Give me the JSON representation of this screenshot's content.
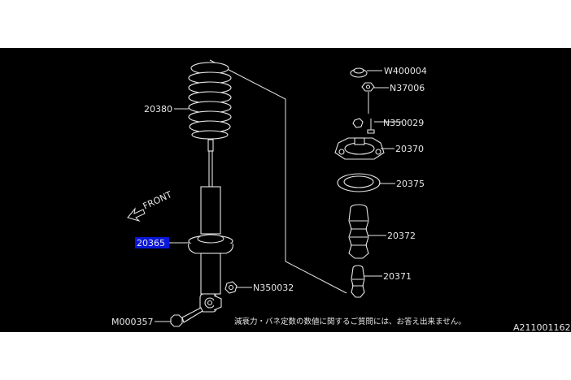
{
  "colors": {
    "background": "#000000",
    "line": "#e6e6e6",
    "highlight": "#0a16d8",
    "page": "#ffffff"
  },
  "parts": {
    "coil_spring": "20380",
    "strut": "20365",
    "strut_bolt_nut": "N350032",
    "strut_bolt": "M000357",
    "mount_cap": "W400004",
    "self_lock_nut": "N37006",
    "mount_nut": "N350029",
    "strut_mount": "20370",
    "spring_seat": "20375",
    "dust_boot": "20372",
    "bump_stopper": "20371"
  },
  "direction_label": "FRONT",
  "note": "減衰力・バネ定数の数値に関するご質問には、お答え出来ません。",
  "diagram_code": "A211001162"
}
